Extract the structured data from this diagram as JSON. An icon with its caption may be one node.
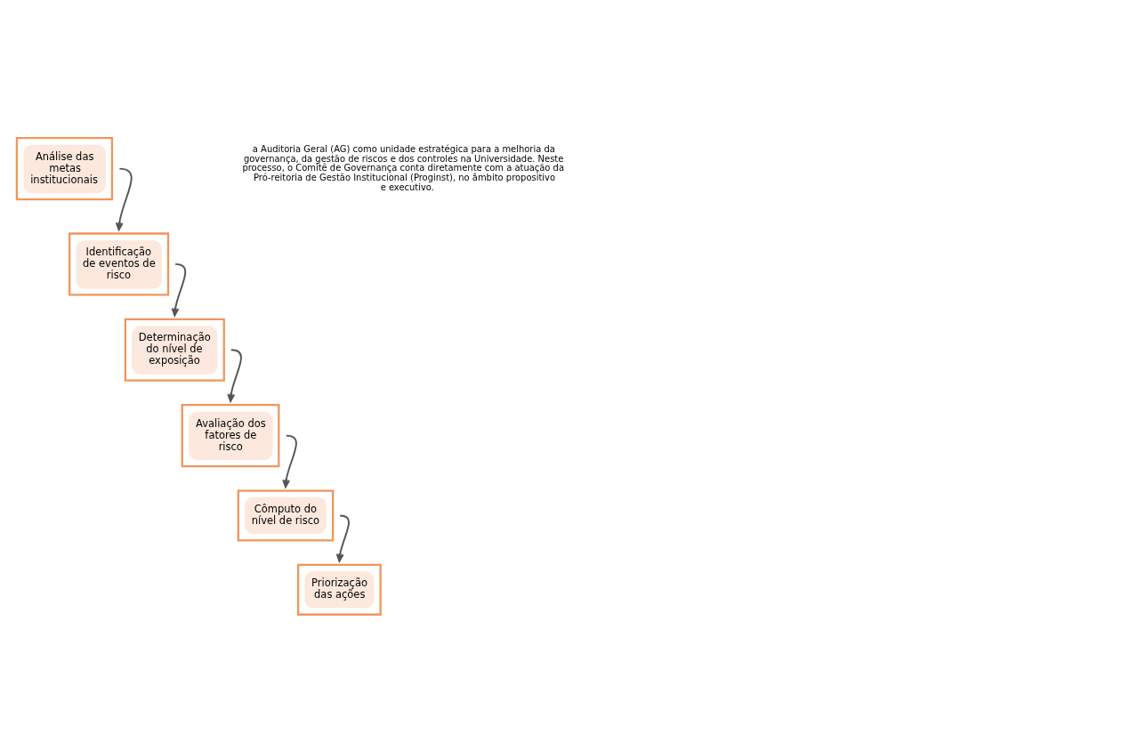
{
  "diagram": {
    "nodes": [
      {
        "text": [
          "Análise das metas institucionais"
        ]
      },
      {
        "text": [
          "Identificação de eventos de risco"
        ]
      },
      {
        "text": [
          "Determinação do nível de exposição"
        ]
      },
      {
        "text": [
          "Avaliação dos fatores de risco"
        ]
      },
      {
        "text": [
          "Cômputo do nível de risco"
        ]
      },
      {
        "text": [
          "Priorização das ações"
        ]
      }
    ],
    "edges": [
      {
        "from": 0,
        "to": 1,
        "arrow": "to"
      },
      {
        "from": 1,
        "to": 2,
        "arrow": "to"
      },
      {
        "from": 2,
        "to": 3,
        "arrow": "to"
      },
      {
        "from": 3,
        "to": 4,
        "arrow": "to"
      },
      {
        "from": 4,
        "to": 5,
        "arrow": "to"
      }
    ],
    "labels": [
      "a Auditoria Geral (AG) como unidade estratégica para a melhoria da governança, da gestão de riscos e dos controles na Universidade. Neste processo, o Comitê de Governança conta diretamente com a atuação da Pró-reitoria de Gestão Institucional (Proginst), no âmbito propositivo e executivo."
    ]
  }
}
